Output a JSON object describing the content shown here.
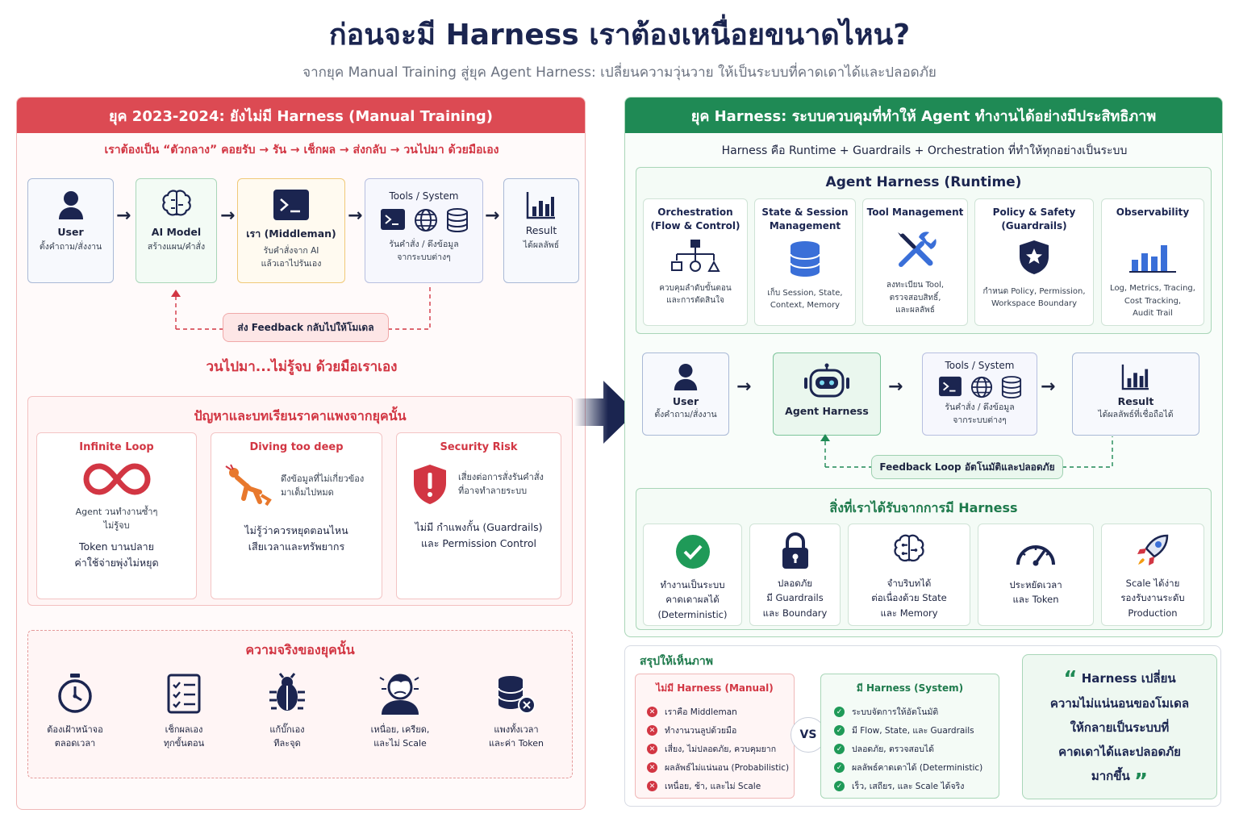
{
  "header": {
    "title": "ก่อนจะมี Harness เราต้องเหนื่อยขนาดไหน?",
    "subtitle": "จากยุค Manual Training สู่ยุค Agent Harness: เปลี่ยนความวุ่นวาย ให้เป็นระบบที่คาดเดาได้และปลอดภัย"
  },
  "colors": {
    "red": "#dc4a53",
    "green": "#1f8a55",
    "navy": "#1b2550"
  },
  "left": {
    "header": "ยุค 2023-2024: ยังไม่มี Harness (Manual Training)",
    "tagline": "เราต้องเป็น “ตัวกลาง” คอยรับ → รัน → เช็กผล → ส่งกลับ → วนไปมา ด้วยมือเอง",
    "flow": {
      "user": {
        "name": "User",
        "desc": "ตั้งคำถาม/สั่งงาน",
        "icon": "user-icon"
      },
      "ai": {
        "name": "AI Model",
        "desc": "สร้างแผน/คำสั่ง",
        "icon": "brain-icon"
      },
      "middle": {
        "name": "เรา (Middleman)",
        "desc1": "รับคำสั่งจาก AI",
        "desc2": "แล้วเอาไปรันเอง",
        "icon": "terminal-icon"
      },
      "tools": {
        "name": "Tools / System",
        "desc1": "รันคำสั่ง / ดึงข้อมูล",
        "desc2": "จากระบบต่างๆ",
        "icons": [
          "terminal-icon",
          "globe-icon",
          "database-icon"
        ]
      },
      "result": {
        "name": "Result",
        "desc": "ได้ผลลัพธ์",
        "icon": "bar-chart-icon"
      }
    },
    "feedback": "ส่ง Feedback กลับไปให้โมเดล",
    "loop_text": "วนไปมา...ไม่รู้จบ ด้วยมือเราเอง",
    "problems": {
      "title": "ปัญหาและบทเรียนราคาแพงจากยุคนั้น",
      "cards": [
        {
          "title": "Infinite Loop",
          "icon": "infinity-icon",
          "text1": "Agent วนทำงานซ้ำๆ",
          "text2": "ไม่รู้จบ",
          "text3": "Token บานปลาย",
          "text4": "ค่าใช้จ่ายพุ่งไม่หยุด"
        },
        {
          "title": "Diving too deep",
          "icon": "diver-icon",
          "text1": "ดึงข้อมูลที่ไม่เกี่ยวข้อง",
          "text2": "มาเต็มไปหมด",
          "text3": "ไม่รู้ว่าควรหยุดตอนไหน",
          "text4": "เสียเวลาและทรัพยากร"
        },
        {
          "title": "Security Risk",
          "icon": "shield-alert-icon",
          "text1": "เสี่ยงต่อการสั่งรันคำสั่ง",
          "text2": "ที่อาจทำลายระบบ",
          "text3": "ไม่มี กำแพงกั้น (Guardrails)",
          "text4": "และ Permission Control"
        }
      ]
    },
    "reality": {
      "title": "ความจริงของยุคนั้น",
      "items": [
        {
          "icon": "stopwatch-icon",
          "l1": "ต้องเฝ้าหน้าจอ",
          "l2": "ตลอดเวลา"
        },
        {
          "icon": "checklist-icon",
          "l1": "เช็กผลเอง",
          "l2": "ทุกขั้นตอน"
        },
        {
          "icon": "bug-icon",
          "l1": "แก้บั๊กเอง",
          "l2": "ทีละจุด"
        },
        {
          "icon": "stressed-person-icon",
          "l1": "เหนื่อย, เครียด,",
          "l2": "และไม่ Scale"
        },
        {
          "icon": "database-cost-icon",
          "l1": "แพงทั้งเวลา",
          "l2": "และค่า Token"
        }
      ]
    }
  },
  "right": {
    "header": "ยุค Harness: ระบบควบคุมที่ทำให้ Agent ทำงานได้อย่างมีประสิทธิภาพ",
    "tagline": "Harness คือ Runtime + Guardrails + Orchestration ที่ทำให้ทุกอย่างเป็นระบบ",
    "runtime": {
      "title": "Agent Harness (Runtime)",
      "items": [
        {
          "name1": "Orchestration",
          "name2": "(Flow & Control)",
          "icon": "flowchart-icon",
          "d1": "ควบคุมลำดับขั้นตอน",
          "d2": "และการตัดสินใจ",
          "d3": ""
        },
        {
          "name1": "State & Session",
          "name2": "Management",
          "icon": "database-icon",
          "d1": "เก็บ Session, State,",
          "d2": "Context, Memory",
          "d3": ""
        },
        {
          "name1": "Tool Management",
          "name2": "",
          "icon": "wrench-screwdriver-icon",
          "d1": "ลงทะเบียน Tool,",
          "d2": "ตรวจสอบสิทธิ์,",
          "d3": "และผลลัพธ์"
        },
        {
          "name1": "Policy & Safety",
          "name2": "(Guardrails)",
          "icon": "shield-star-icon",
          "d1": "กำหนด Policy, Permission,",
          "d2": "Workspace Boundary",
          "d3": ""
        },
        {
          "name1": "Observability",
          "name2": "",
          "icon": "bar-chart-icon",
          "d1": "Log, Metrics, Tracing,",
          "d2": "Cost Tracking,",
          "d3": "Audit Trail"
        }
      ]
    },
    "flow": {
      "user": {
        "name": "User",
        "desc": "ตั้งคำถาม/สั่งงาน",
        "icon": "user-icon"
      },
      "harness": {
        "name": "Agent Harness",
        "icon": "robot-icon"
      },
      "tools": {
        "name": "Tools / System",
        "desc1": "รันคำสั่ง / ดึงข้อมูล",
        "desc2": "จากระบบต่างๆ",
        "icons": [
          "terminal-icon",
          "globe-icon",
          "database-icon"
        ]
      },
      "result": {
        "name": "Result",
        "desc": "ได้ผลลัพธ์ที่เชื่อถือได้",
        "icon": "bar-chart-icon"
      }
    },
    "feedback": "Feedback Loop อัตโนมัติและปลอดภัย",
    "benefits": {
      "title": "สิ่งที่เราได้รับจากการมี Harness",
      "items": [
        {
          "icon": "check-circle-icon",
          "l1": "ทำงานเป็นระบบ",
          "l2": "คาดเดาผลได้",
          "l3": "(Deterministic)"
        },
        {
          "icon": "lock-icon",
          "l1": "ปลอดภัย",
          "l2": "มี Guardrails",
          "l3": "และ Boundary"
        },
        {
          "icon": "brain-icon",
          "l1": "จำบริบทได้",
          "l2": "ต่อเนื่องด้วย State",
          "l3": "และ Memory"
        },
        {
          "icon": "speedometer-icon",
          "l1": "ประหยัดเวลา",
          "l2": "และ Token",
          "l3": ""
        },
        {
          "icon": "rocket-icon",
          "l1": "Scale ได้ง่าย",
          "l2": "รองรับงานระดับ",
          "l3": "Production"
        }
      ]
    }
  },
  "summary": {
    "title": "สรุปให้เห็นภาพ",
    "without": {
      "title": "ไม่มี Harness (Manual)",
      "items": [
        "เราคือ Middleman",
        "ทำงานวนลูปด้วยมือ",
        "เสี่ยง, ไม่ปลอดภัย, ควบคุมยาก",
        "ผลลัพธ์ไม่แน่นอน (Probabilistic)",
        "เหนื่อย, ช้า, และไม่ Scale"
      ]
    },
    "vs": "VS",
    "with": {
      "title": "มี Harness (System)",
      "items": [
        "ระบบจัดการให้อัตโนมัติ",
        "มี Flow, State, และ Guardrails",
        "ปลอดภัย, ตรวจสอบได้",
        "ผลลัพธ์คาดเดาได้ (Deterministic)",
        "เร็ว, เสถียร, และ Scale ได้จริง"
      ]
    },
    "quote": {
      "l1": "Harness เปลี่ยน",
      "l2": "ความไม่แน่นอนของโมเดล",
      "l3": "ให้กลายเป็นระบบที่",
      "l4": "คาดเดาได้และปลอดภัย",
      "l5": "มากขึ้น"
    }
  }
}
